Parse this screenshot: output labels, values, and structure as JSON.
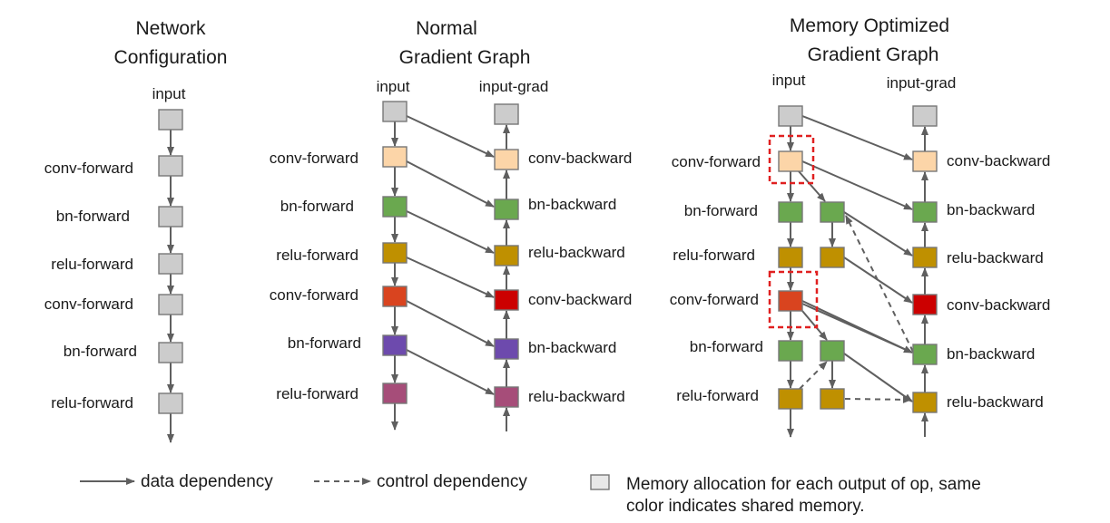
{
  "colors": {
    "gray": "#cccccc",
    "peach": "#fcd5a8",
    "green": "#6aa84f",
    "olive": "#bf9000",
    "orange_red": "#d9441f",
    "red": "#cc0000",
    "purple": "#6d4aad",
    "magenta": "#a64d79",
    "highlight": "#e02020"
  },
  "panels": {
    "network": {
      "title": [
        "Network",
        "Configuration"
      ],
      "input_label": "input",
      "layer_labels": [
        "conv-forward",
        "bn-forward",
        "relu-forward",
        "conv-forward",
        "bn-forward",
        "relu-forward"
      ]
    },
    "normal": {
      "title": [
        "Normal",
        "Gradient Graph"
      ],
      "input_label": "input",
      "grad_label": "input-grad",
      "forward_labels": [
        "conv-forward",
        "bn-forward",
        "relu-forward",
        "conv-forward",
        "bn-forward",
        "relu-forward"
      ],
      "backward_labels": [
        "conv-backward",
        "bn-backward",
        "relu-backward",
        "conv-backward",
        "bn-backward",
        "relu-backward"
      ]
    },
    "optimized": {
      "title": [
        "Memory Optimized",
        "Gradient Graph"
      ],
      "input_label": "input",
      "grad_label": "input-grad",
      "forward_labels": [
        "conv-forward",
        "bn-forward",
        "relu-forward",
        "conv-forward",
        "bn-forward",
        "relu-forward"
      ],
      "backward_labels": [
        "conv-backward",
        "bn-backward",
        "relu-backward",
        "conv-backward",
        "bn-backward",
        "relu-backward"
      ]
    }
  },
  "legend": {
    "data_dependency": "data dependency",
    "control_dependency": "control dependency",
    "memory_line1": "Memory allocation for each output of op, same",
    "memory_line2": "color indicates shared memory."
  }
}
